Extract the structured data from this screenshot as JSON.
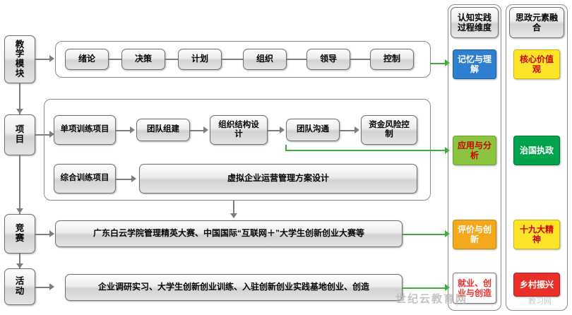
{
  "left_column": [
    {
      "label": "教学模块"
    },
    {
      "label": "项目"
    },
    {
      "label": "竞赛"
    },
    {
      "label": "活动"
    }
  ],
  "teaching_modules": [
    {
      "label": "绪论"
    },
    {
      "label": "决策"
    },
    {
      "label": "计划"
    },
    {
      "label": "组织"
    },
    {
      "label": "领导"
    },
    {
      "label": "控制"
    }
  ],
  "project_row1": [
    {
      "label": "单项训练项目"
    },
    {
      "label": "团队组建"
    },
    {
      "label": "组织结构设计"
    },
    {
      "label": "团队沟通"
    },
    {
      "label": "资金风险控制"
    }
  ],
  "project_row2": [
    {
      "label": "综合训练项目"
    },
    {
      "label": "虚拟企业运营管理方案设计"
    }
  ],
  "competition": {
    "label": "广东白云学院管理精英大赛、中国国际“互联网＋”大学生创新创业大赛等"
  },
  "activity": {
    "label": "企业调研实习、大学生创新创业训练、入驻创新创业实践基地创业、创造"
  },
  "right_panel_a": {
    "header": "认知实践过程维度",
    "items": [
      {
        "label": "记忆与理解",
        "color": "#2f7fd0"
      },
      {
        "label": "应用与分析",
        "color": "#8bc53f"
      },
      {
        "label": "评价与创新",
        "color": "#f4a81d"
      },
      {
        "label": "就业、创业与创造",
        "color": "#ffffff"
      }
    ]
  },
  "right_panel_b": {
    "header": "思政元素融合",
    "items": [
      {
        "label": "核心价值观",
        "color": "#fde428"
      },
      {
        "label": "治国执政",
        "color": "#00a44c"
      },
      {
        "label": "十九大精神",
        "color": "#fde428"
      },
      {
        "label": "乡村振兴",
        "color": "#e8302a"
      }
    ]
  },
  "watermarks": {
    "main": "世纪云教育网",
    "sub": "教习网"
  }
}
